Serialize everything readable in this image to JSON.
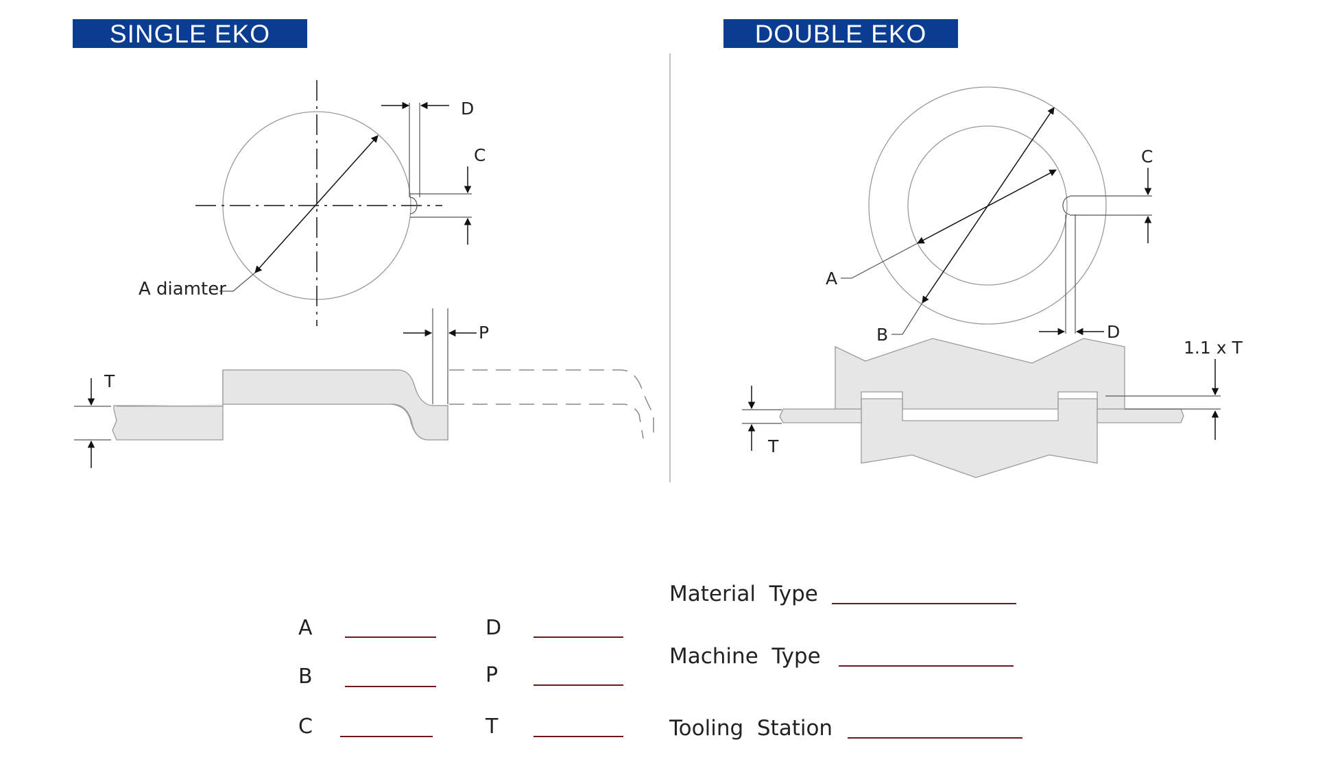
{
  "headers": {
    "single": "SINGLE EKO",
    "double": "DOUBLE EKO"
  },
  "colors": {
    "header_bg": "#0a3d91",
    "header_text": "#ffffff",
    "part_fill": "#e6e6e6",
    "line": "#111111",
    "blank_line": "#6a1a1a"
  },
  "single": {
    "dim_d": "D",
    "dim_c": "C",
    "dim_p": "P",
    "dim_t": "T",
    "a_label": "A diamter"
  },
  "double": {
    "dim_c": "C",
    "dim_d": "D",
    "dim_a": "A",
    "dim_b": "B",
    "dim_t": "T",
    "dim_1_1t": "1.1 x T"
  },
  "form": {
    "fields_left": [
      {
        "label": "A"
      },
      {
        "label": "B"
      },
      {
        "label": "C"
      }
    ],
    "fields_mid": [
      {
        "label": "D"
      },
      {
        "label": "P"
      },
      {
        "label": "T"
      }
    ],
    "fields_right": [
      {
        "label": "Material  Type"
      },
      {
        "label": "Machine  Type"
      },
      {
        "label": "Tooling  Station"
      }
    ]
  }
}
